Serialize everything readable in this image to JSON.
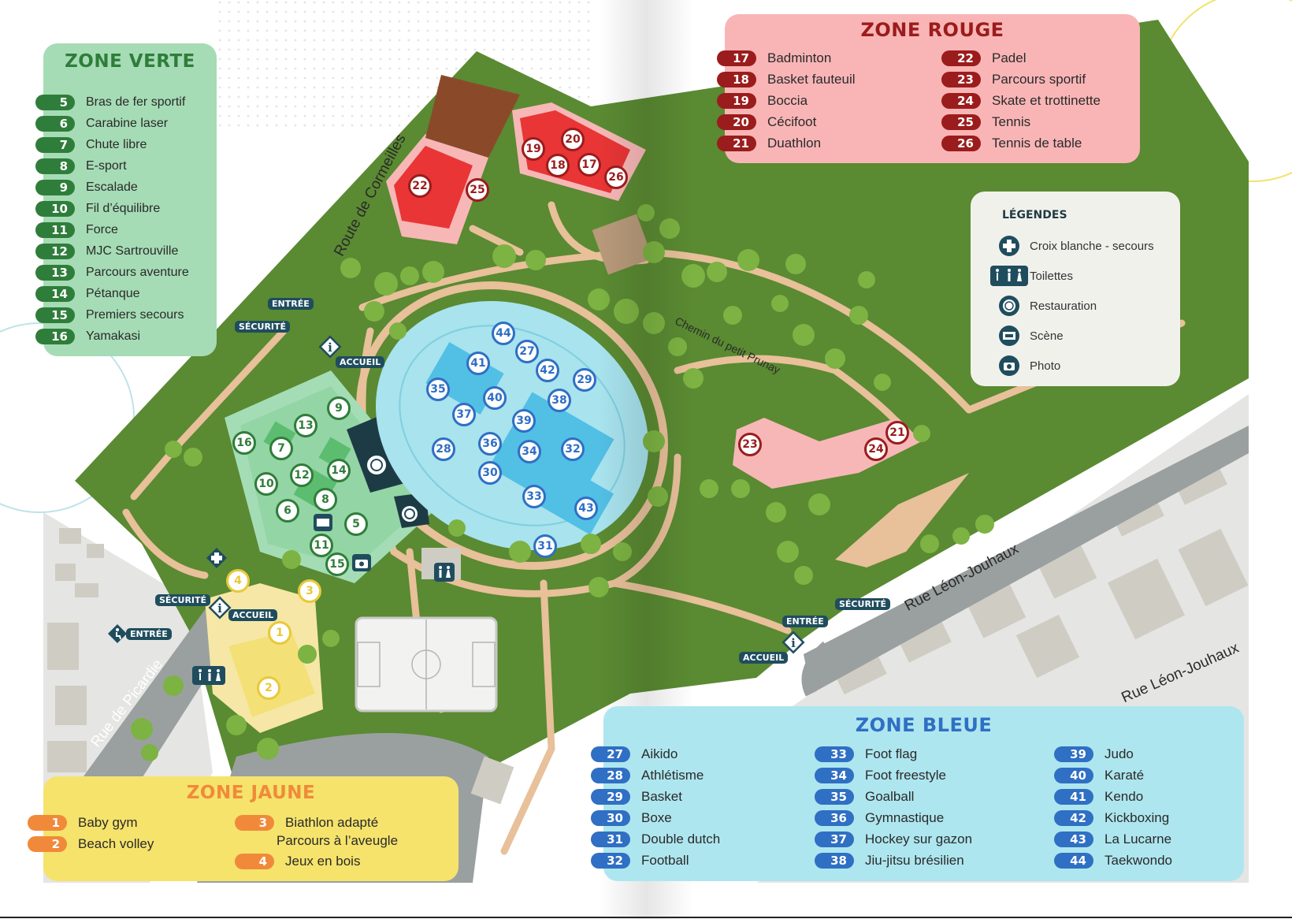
{
  "colors": {
    "grass": "#5a8a32",
    "path": "#e8c09a",
    "rouge": "#9b1c1c",
    "verte": "#2f7d3a",
    "bleue": "#2f6fc4",
    "jaune": "#f08a3a",
    "badge": "#1f4d5e"
  },
  "zones": {
    "verte": {
      "title": "ZONE VERTE",
      "items": [
        {
          "num": "5",
          "label": "Bras de fer sportif"
        },
        {
          "num": "6",
          "label": "Carabine laser"
        },
        {
          "num": "7",
          "label": "Chute libre"
        },
        {
          "num": "8",
          "label": "E-sport"
        },
        {
          "num": "9",
          "label": "Escalade"
        },
        {
          "num": "10",
          "label": "Fil d’équilibre"
        },
        {
          "num": "11",
          "label": "Force"
        },
        {
          "num": "12",
          "label": "MJC Sartrouville"
        },
        {
          "num": "13",
          "label": "Parcours aventure"
        },
        {
          "num": "14",
          "label": "Pétanque"
        },
        {
          "num": "15",
          "label": "Premiers secours"
        },
        {
          "num": "16",
          "label": "Yamakasi"
        }
      ]
    },
    "rouge": {
      "title": "ZONE ROUGE",
      "col1": [
        {
          "num": "17",
          "label": "Badminton"
        },
        {
          "num": "18",
          "label": "Basket fauteuil"
        },
        {
          "num": "19",
          "label": "Boccia"
        },
        {
          "num": "20",
          "label": "Cécifoot"
        },
        {
          "num": "21",
          "label": "Duathlon"
        }
      ],
      "col2": [
        {
          "num": "22",
          "label": "Padel"
        },
        {
          "num": "23",
          "label": "Parcours sportif"
        },
        {
          "num": "24",
          "label": "Skate et trottinette"
        },
        {
          "num": "25",
          "label": "Tennis"
        },
        {
          "num": "26",
          "label": "Tennis de table"
        }
      ]
    },
    "bleue": {
      "title": "ZONE BLEUE",
      "col1": [
        {
          "num": "27",
          "label": "Aikido"
        },
        {
          "num": "28",
          "label": "Athlétisme"
        },
        {
          "num": "29",
          "label": "Basket"
        },
        {
          "num": "30",
          "label": "Boxe"
        },
        {
          "num": "31",
          "label": "Double dutch"
        },
        {
          "num": "32",
          "label": "Football"
        }
      ],
      "col2": [
        {
          "num": "33",
          "label": "Foot flag"
        },
        {
          "num": "34",
          "label": "Foot freestyle"
        },
        {
          "num": "35",
          "label": "Goalball"
        },
        {
          "num": "36",
          "label": "Gymnastique"
        },
        {
          "num": "37",
          "label": "Hockey sur gazon"
        },
        {
          "num": "38",
          "label": "Jiu-jitsu brésilien"
        }
      ],
      "col3": [
        {
          "num": "39",
          "label": "Judo"
        },
        {
          "num": "40",
          "label": "Karaté"
        },
        {
          "num": "41",
          "label": "Kendo"
        },
        {
          "num": "42",
          "label": "Kickboxing"
        },
        {
          "num": "43",
          "label": "La Lucarne"
        },
        {
          "num": "44",
          "label": "Taekwondo"
        }
      ]
    },
    "jaune": {
      "title": "ZONE JAUNE",
      "col1": [
        {
          "num": "1",
          "label": "Baby gym"
        },
        {
          "num": "2",
          "label": "Beach volley"
        }
      ],
      "col2a": {
        "num": "3",
        "label": "Biathlon adapté",
        "label2": "Parcours à l’aveugle"
      },
      "col2b": {
        "num": "4",
        "label": "Jeux en bois"
      }
    }
  },
  "legend": {
    "title": "LÉGENDES",
    "items": [
      {
        "icon": "first-aid-cross-icon",
        "label": "Croix blanche - secours"
      },
      {
        "icon": "toilets-icon",
        "label": "Toilettes"
      },
      {
        "icon": "restaurant-icon",
        "label": "Restauration"
      },
      {
        "icon": "stage-icon",
        "label": "Scène"
      },
      {
        "icon": "camera-icon",
        "label": "Photo"
      }
    ]
  },
  "roads": {
    "cormeilles": "Route de Cormeilles",
    "picardie": "Rue de Picardie",
    "jouhaux1": "Rue Léon-Jouhaux",
    "jouhaux2": "Rue Léon-Jouhaux",
    "prunay": "Chemin du petit Prunay"
  },
  "badges": {
    "entree": "ENTRÉE",
    "securite": "SÉCURITÉ",
    "accueil": "ACCUEIL"
  }
}
